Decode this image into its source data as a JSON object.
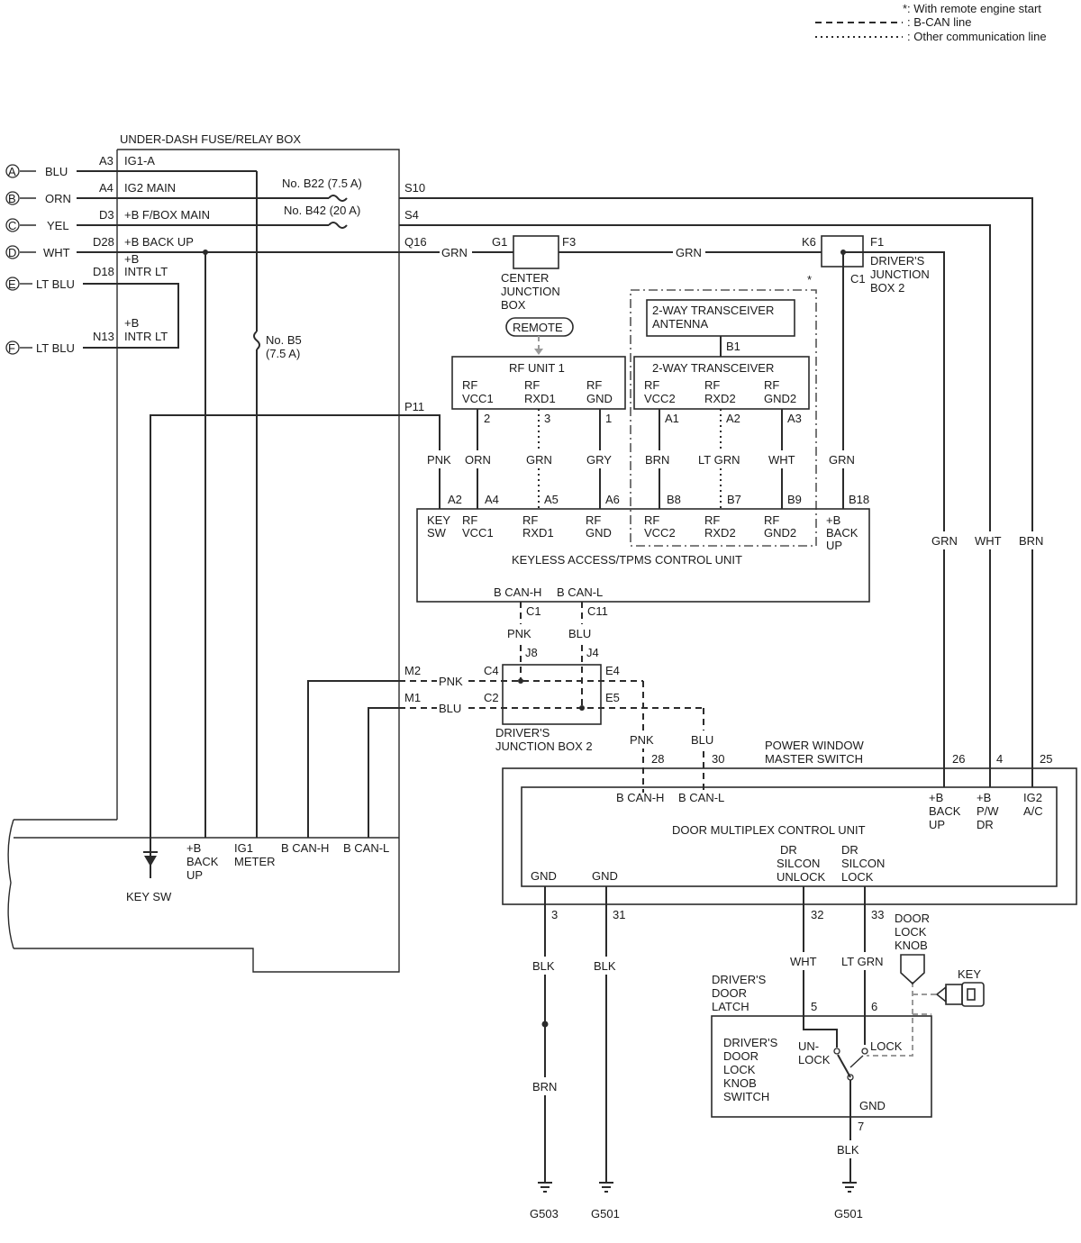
{
  "legend": {
    "remote_note": "*: With remote engine start",
    "bcan_line": ": B-CAN line",
    "other_line": ": Other communication line"
  },
  "fuse_box": {
    "title": "UNDER-DASH FUSE/RELAY BOX",
    "fuse_b22": "No. B22 (7.5 A)",
    "fuse_b42": "No. B42 (20 A)",
    "fuse_b5_a": "No. B5",
    "fuse_b5_b": "(7.5 A)",
    "terminals": {
      "a3": "A3",
      "a4": "A4",
      "d3": "D3",
      "d28": "D28",
      "d18": "D18",
      "n13": "N13",
      "s10": "S10",
      "s4": "S4",
      "q16": "Q16",
      "p11": "P11",
      "m2": "M2",
      "m1": "M1"
    },
    "circuits": {
      "ig1a": "IG1-A",
      "ig2main": "IG2 MAIN",
      "bfbox": "+B F/BOX MAIN",
      "bbackup": "+B BACK UP",
      "intr_a": "+B",
      "intr_b": "INTR LT",
      "intr2_a": "+B",
      "intr2_b": "INTR LT"
    },
    "bottom_labels": {
      "b_backup_1": "+B",
      "b_backup_2": "BACK",
      "b_backup_3": "UP",
      "ig1_1": "IG1",
      "ig1_2": "METER",
      "bcanh": "B CAN-H",
      "bcanl": "B CAN-L",
      "keysw": "KEY SW"
    }
  },
  "inputs": [
    {
      "letter": "A",
      "color": "BLU"
    },
    {
      "letter": "B",
      "color": "ORN"
    },
    {
      "letter": "C",
      "color": "YEL"
    },
    {
      "letter": "D",
      "color": "WHT"
    },
    {
      "letter": "E",
      "color": "LT BLU"
    },
    {
      "letter": "F",
      "color": "LT BLU"
    }
  ],
  "center_jb": {
    "l1": "CENTER",
    "l2": "JUNCTION",
    "l3": "BOX",
    "g1": "G1",
    "f3": "F3",
    "grn1": "GRN",
    "grn2": "GRN"
  },
  "djb2_top": {
    "k6": "K6",
    "f1": "F1",
    "c1": "C1",
    "l1": "DRIVER'S",
    "l2": "JUNCTION",
    "l3": "BOX 2",
    "asterisk": "*"
  },
  "remote": "REMOTE",
  "rf_unit": {
    "title": "RF UNIT 1",
    "p1a": "RF",
    "p1b": "VCC1",
    "p2a": "RF",
    "p2b": "RXD1",
    "p3a": "RF",
    "p3b": "GND",
    "pin2": "2",
    "pin3": "3",
    "pin1": "1"
  },
  "antenna": {
    "l1": "2-WAY TRANSCEIVER",
    "l2": "ANTENNA",
    "b1": "B1"
  },
  "transceiver": {
    "title": "2-WAY TRANSCEIVER",
    "p1a": "RF",
    "p1b": "VCC2",
    "p2a": "RF",
    "p2b": "RXD2",
    "p3a": "RF",
    "p3b": "GND2",
    "a1": "A1",
    "a2": "A2",
    "a3": "A3"
  },
  "wire_colors_mid": {
    "pnk": "PNK",
    "orn": "ORN",
    "grn": "GRN",
    "gry": "GRY",
    "brn": "BRN",
    "ltgrn": "LT GRN",
    "wht": "WHT",
    "grn2": "GRN"
  },
  "keyless": {
    "pins": {
      "a2": "A2",
      "a4": "A4",
      "a5": "A5",
      "a6": "A6",
      "b8": "B8",
      "b7": "B7",
      "b9": "B9",
      "b18": "B18"
    },
    "keysw_a": "KEY",
    "keysw_b": "SW",
    "vcc1_a": "RF",
    "vcc1_b": "VCC1",
    "rxd1_a": "RF",
    "rxd1_b": "RXD1",
    "gnd_a": "RF",
    "gnd_b": "GND",
    "vcc2_a": "RF",
    "vcc2_b": "VCC2",
    "rxd2_a": "RF",
    "rxd2_b": "RXD2",
    "gnd2_a": "RF",
    "gnd2_b": "GND2",
    "bu_a": "+B",
    "bu_b": "BACK",
    "bu_c": "UP",
    "title": "KEYLESS ACCESS/TPMS CONTROL UNIT",
    "bcanh": "B CAN-H",
    "bcanl": "B CAN-L",
    "c1": "C1",
    "c11": "C11",
    "pnk": "PNK",
    "blu": "BLU"
  },
  "right_wires": {
    "grn": "GRN",
    "wht": "WHT",
    "brn": "BRN"
  },
  "djb2_lower": {
    "j8": "J8",
    "j4": "J4",
    "c4": "C4",
    "e4": "E4",
    "c2": "C2",
    "e5": "E5",
    "pnk": "PNK",
    "blu": "BLU",
    "l1": "DRIVER'S",
    "l2": "JUNCTION BOX 2",
    "pnk2": "PNK",
    "blu2": "BLU"
  },
  "master_switch": {
    "l1": "POWER WINDOW",
    "l2": "MASTER SWITCH",
    "pins": {
      "p28": "28",
      "p30": "30",
      "p26": "26",
      "p4": "4",
      "p25": "25"
    },
    "bcanh": "B CAN-H",
    "bcanl": "B CAN-L",
    "bu_a": "+B",
    "bu_b": "BACK",
    "bu_c": "UP",
    "pw_a": "+B",
    "pw_b": "P/W",
    "pw_c": "DR",
    "ig2_a": "IG2",
    "ig2_b": "A/C",
    "title": "DOOR MULTIPLEX CONTROL UNIT",
    "gnd1": "GND",
    "gnd2": "GND",
    "unlock_a": "DR",
    "unlock_b": "SILCON",
    "unlock_c": "UNLOCK",
    "lock_a": "DR",
    "lock_b": "SILCON",
    "lock_c": "LOCK"
  },
  "grounds": {
    "p3": "3",
    "p31": "31",
    "p32": "32",
    "p33": "33",
    "blk1": "BLK",
    "blk2": "BLK",
    "brn": "BRN",
    "wht": "WHT",
    "ltgrn": "LT GRN",
    "g503": "G503",
    "g501a": "G501",
    "g501b": "G501",
    "blk3": "BLK",
    "p7": "7"
  },
  "latch": {
    "knob_a": "DOOR",
    "knob_b": "LOCK",
    "knob_c": "KNOB",
    "key": "KEY",
    "latch_a": "DRIVER'S",
    "latch_b": "DOOR",
    "latch_c": "LATCH",
    "p5": "5",
    "p6": "6",
    "sw_a": "DRIVER'S",
    "sw_b": "DOOR",
    "sw_c": "LOCK",
    "sw_d": "KNOB",
    "sw_e": "SWITCH",
    "unlock_a": "UN-",
    "unlock_b": "LOCK",
    "lock": "LOCK",
    "gnd": "GND"
  }
}
